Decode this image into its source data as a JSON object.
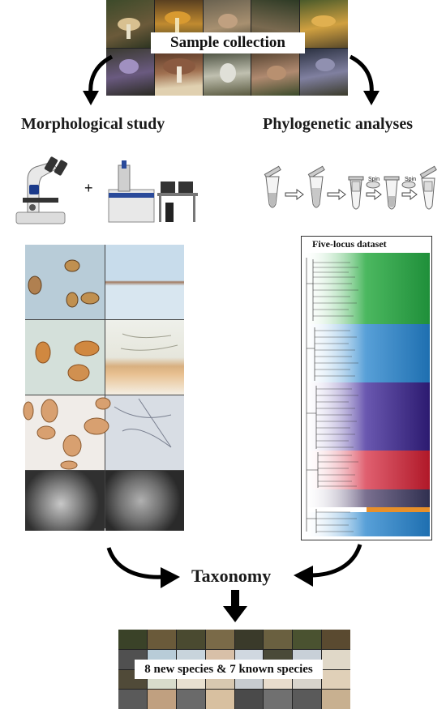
{
  "sample_collection": {
    "label": "Sample collection"
  },
  "morphology": {
    "title": "Morphological study",
    "plus_sign": "+"
  },
  "phylogeny": {
    "title": "Phylogenetic analyses",
    "spin_label_1": "Spin",
    "spin_label_2": "Spin",
    "tree_title": "Five-locus dataset"
  },
  "taxonomy": {
    "title": "Taxonomy"
  },
  "result": {
    "label": "8 new species & 7 known species"
  },
  "colors": {
    "tree_green": "#2fa84a",
    "tree_blue": "#2e86c8",
    "tree_purple": "#4a2f8f",
    "tree_red": "#c82a30",
    "tree_orange": "#e88a20"
  }
}
